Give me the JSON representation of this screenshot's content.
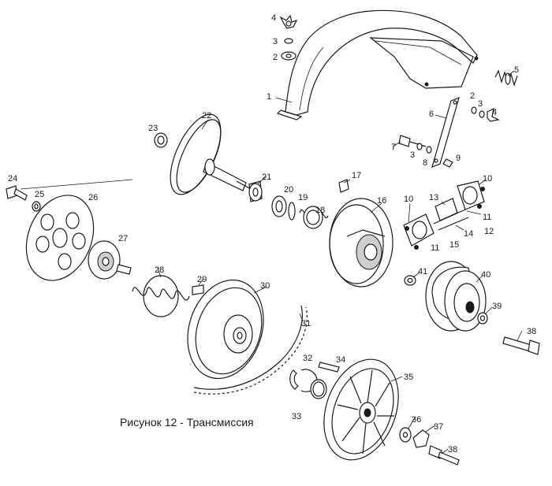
{
  "caption": "Рисунок 12 - Трансмиссия",
  "callouts": [
    "1",
    "2",
    "2",
    "3",
    "3",
    "3",
    "4",
    "4",
    "5",
    "6",
    "7",
    "8",
    "9",
    "10",
    "10",
    "11",
    "11",
    "12",
    "13",
    "14",
    "15",
    "16",
    "17",
    "18",
    "19",
    "20",
    "21",
    "22",
    "23",
    "24",
    "25",
    "26",
    "27",
    "28",
    "29",
    "30",
    "31",
    "32",
    "33",
    "34",
    "35",
    "36",
    "37",
    "38",
    "38",
    "39",
    "40",
    "41"
  ]
}
